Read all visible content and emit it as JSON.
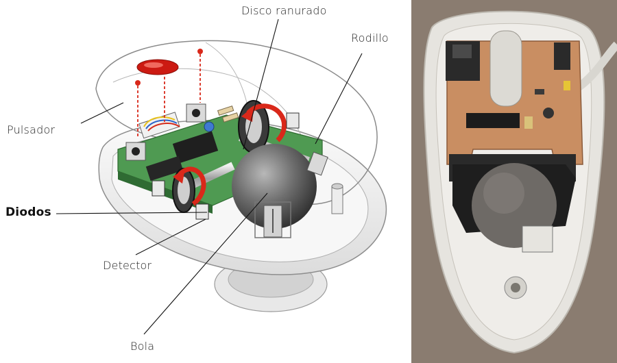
{
  "labels": {
    "disco": "Disco ranurado",
    "rodillo": "Rodillo",
    "pulsador": "Pulsador",
    "diodos": "Diodos",
    "detector": "Detector",
    "bola": "Bola"
  },
  "colors": {
    "pcb_green": "#4f9a52",
    "arrow_red": "#d9281a",
    "button_red": "#cc1a12",
    "ball_gray": "#6b6b6b",
    "shell": "#f3f3f3",
    "pcb_brown": "#c98e62"
  }
}
